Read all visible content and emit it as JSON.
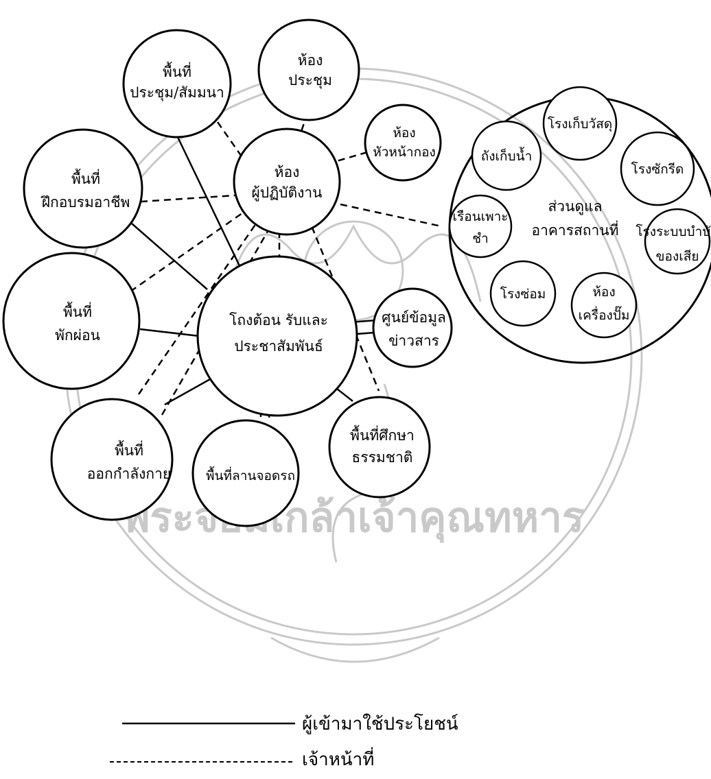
{
  "nodes": {
    "seminar": {
      "line1": "พื้นที่",
      "line2": "ประชุม/สัมมนา"
    },
    "meeting": {
      "line1": "ห้อง",
      "line2": "ประชุม"
    },
    "division_head": {
      "line1": "ห้อง",
      "line2": "หัวหน้ากอง"
    },
    "staff_room": {
      "line1": "ห้อง",
      "line2": "ผู้ปฏิบัติงาน"
    },
    "vocational": {
      "line1": "พื้นที่",
      "line2": "ฝึกอบรมอาชีพ"
    },
    "rest": {
      "line1": "พื้นที่",
      "line2": "พักผ่อน"
    },
    "lobby": {
      "line1": "โถงต้อน รับและ",
      "line2": "ประชาสัมพันธ์"
    },
    "info_center": {
      "line1": "ศูนย์ข้อมูล",
      "line2": "ข่าวสาร"
    },
    "exercise": {
      "line1": "พื้นที่",
      "line2": "ออกกำลังกาย"
    },
    "parking": {
      "line1": "พื้นที่ลานจอดรถ"
    },
    "nature": {
      "line1": "พื้นที่ศึกษา",
      "line2": "ธรรมชาติ"
    }
  },
  "maintenance_group": {
    "title_line1": "ส่วนดูแล",
    "title_line2": "อาคารสถานที่",
    "items": {
      "storage": "โรงเก็บวัสดุ",
      "water_tank": "ถังเก็บน้ำ",
      "laundry": "โรงซักรีด",
      "nursery": {
        "line1": "เรือนเพาะ",
        "line2": "ชำ"
      },
      "waste": {
        "line1": "โรงระบบบำบัด",
        "line2": "ของเสีย"
      },
      "repair": "โรงซ่อม",
      "pump": {
        "line1": "ห้อง",
        "line2": "เครื่องปั๊ม"
      }
    }
  },
  "legend": {
    "solid_label": "ผู้เข้ามาใช้ประโยชน์",
    "dashed_label": "เจ้าหน้าที่"
  },
  "watermark": {
    "text": "พระจอมเกล้าเจ้าคุณทหาร"
  }
}
